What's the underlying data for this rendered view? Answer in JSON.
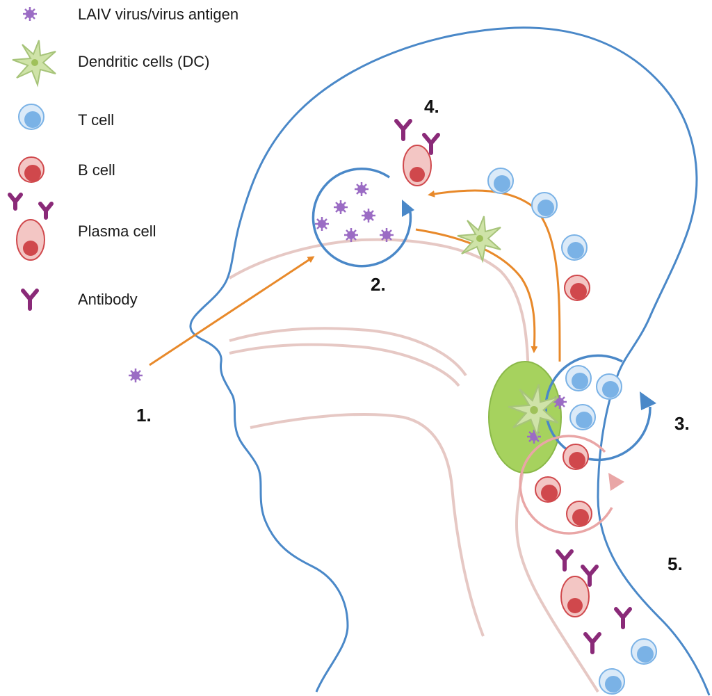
{
  "legend": {
    "virus": "LAIV virus/virus antigen",
    "dendritic": "Dendritic cells (DC)",
    "tcell": "T cell",
    "bcell": "B cell",
    "plasma": "Plasma cell",
    "antibody": "Antibody"
  },
  "steps": {
    "s1": "1.",
    "s2": "2.",
    "s3": "3.",
    "s4": "4.",
    "s5": "5."
  },
  "colors": {
    "outline": "#4a88c8",
    "airway": "#e6c8c4",
    "arrow": "#e8892a",
    "virus": "#9b6cc4",
    "dendritic": "#cfe3a8",
    "tcell": "#7ab2e6",
    "bcell": "#d0484c",
    "antibody": "#8a2a78",
    "lymph_node": "#a6d25e"
  }
}
